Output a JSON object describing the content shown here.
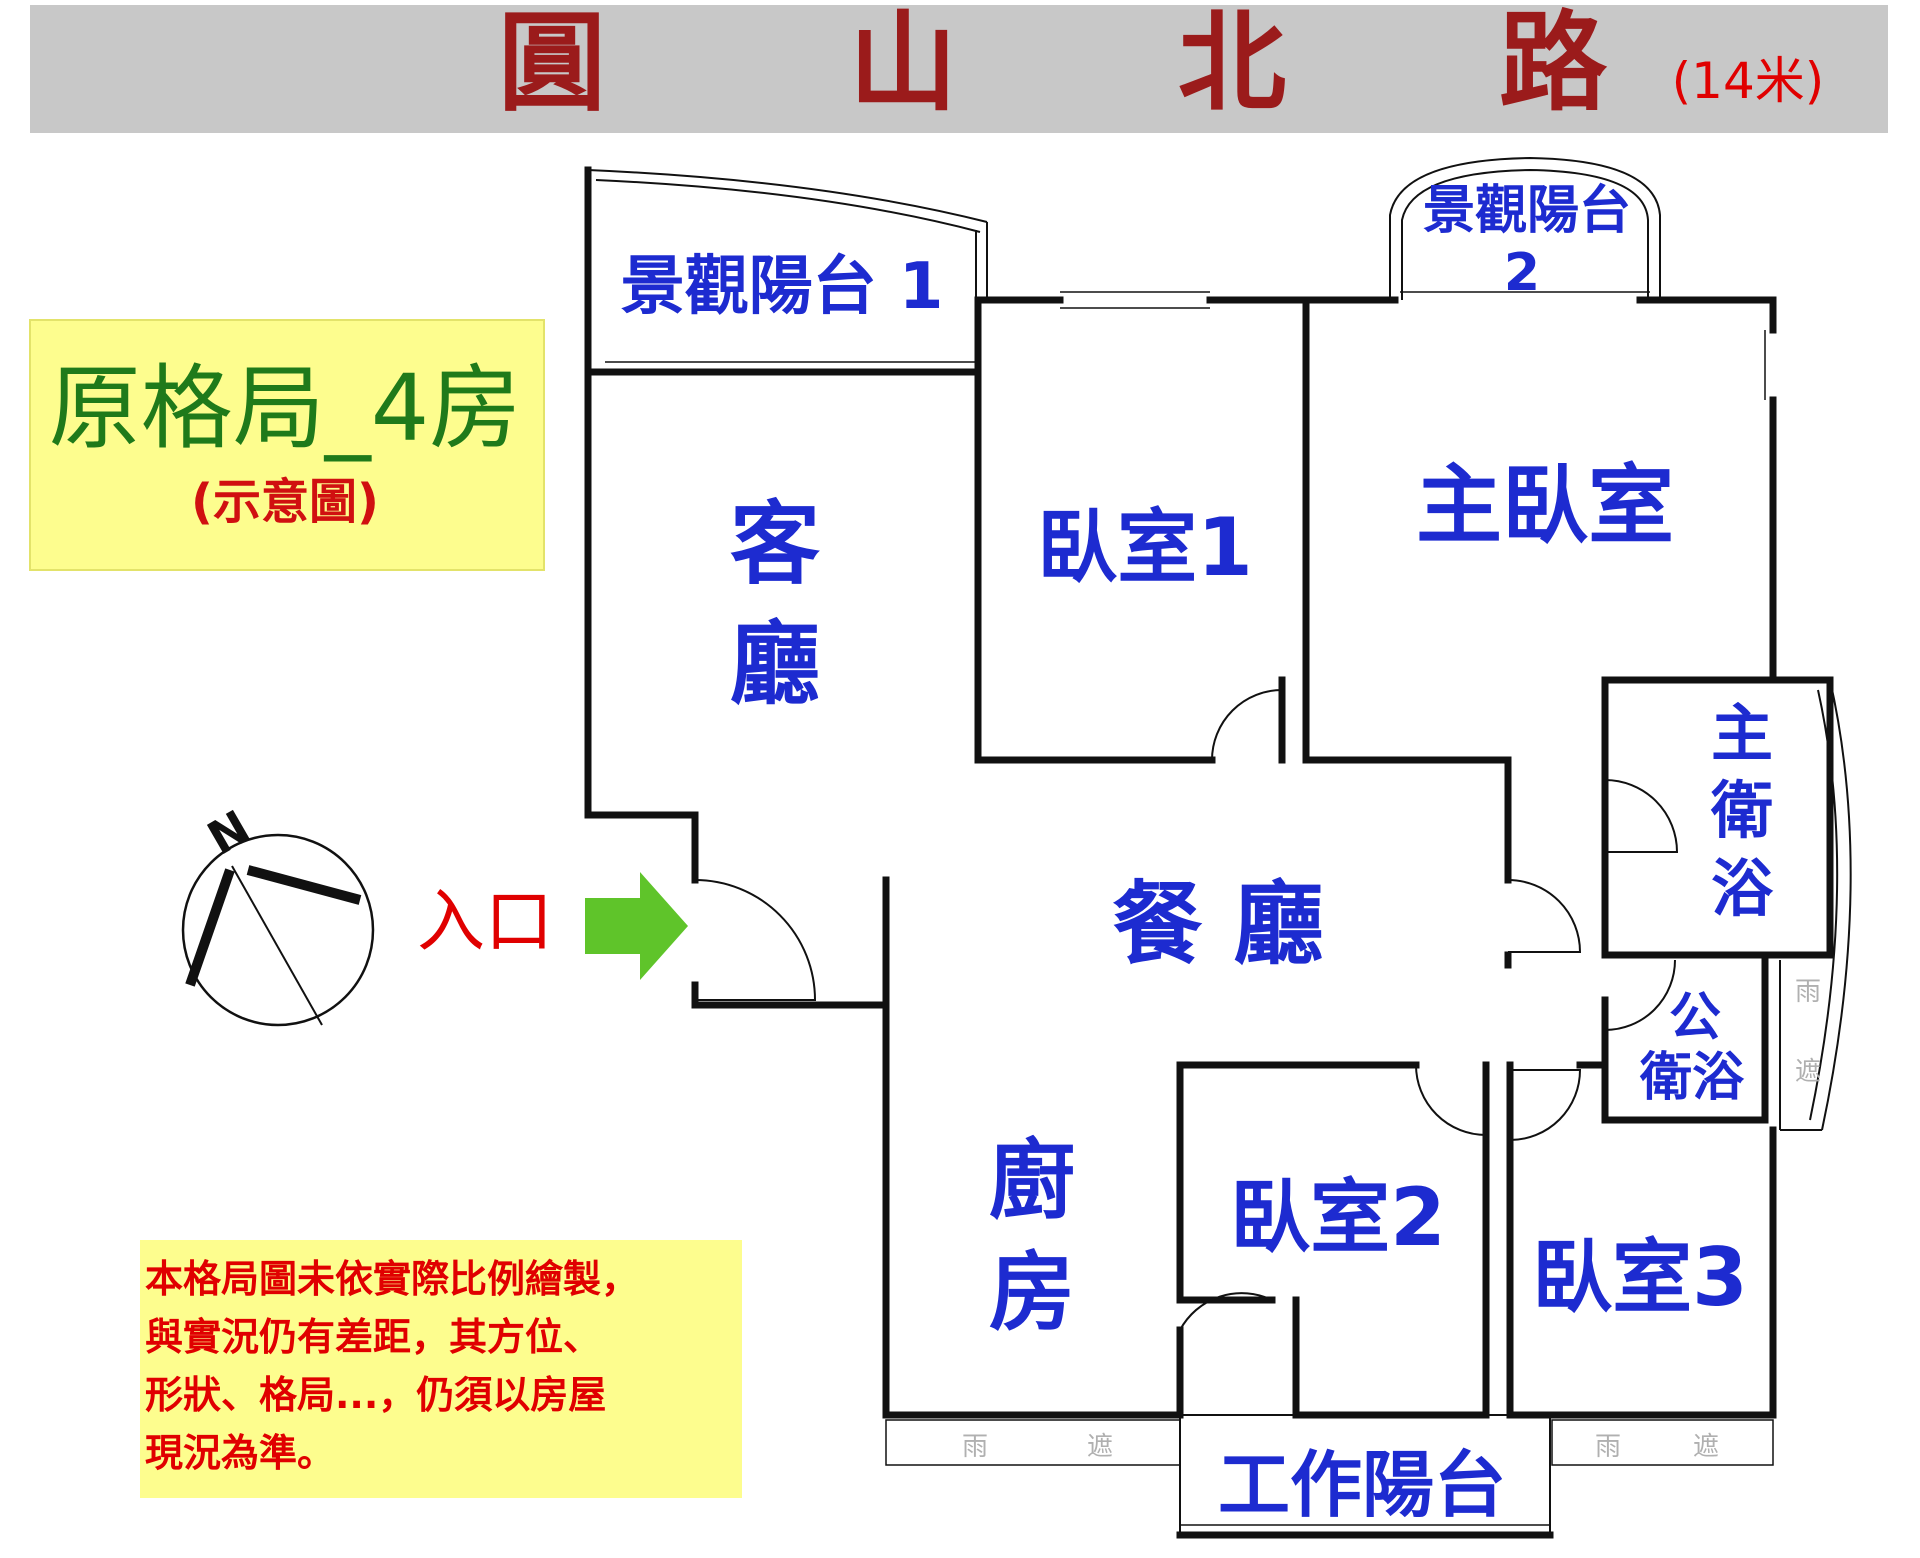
{
  "road": {
    "name_chars": [
      "圓",
      "山",
      "北",
      "路"
    ],
    "width": "(14米)"
  },
  "layout_box": {
    "title": "原格局_4房",
    "subtitle": "(示意圖)"
  },
  "rooms": {
    "balcony1": "景觀陽台 1",
    "balcony2_line1": "景觀陽台",
    "balcony2_line2": "2",
    "living_1": "客",
    "living_2": "廳",
    "bedroom1": "臥室1",
    "master": "主臥室",
    "master_bath_1": "主",
    "master_bath_2": "衛",
    "master_bath_3": "浴",
    "dining": "餐 廳",
    "public_bath_1": "公",
    "public_bath_2": "衛浴",
    "kitchen_1": "廚",
    "kitchen_2": "房",
    "bedroom2": "臥室2",
    "bedroom3": "臥室3",
    "work_balcony": "工作陽台",
    "rain_shelter_a": "雨",
    "rain_shelter_b": "遮"
  },
  "entrance": "入口",
  "compass": "N",
  "disclaimer": [
    "本格局圖未依實際比例繪製，",
    "與實況仍有差距，其方位、",
    "形狀、格局...，仍須以房屋",
    "現況為準。"
  ],
  "colors": {
    "road_bar": "#c8c8c8",
    "road_text": "#9b1b1b",
    "room_text": "#1d2bd0",
    "note_bg": "#fdfd8e",
    "arrow": "#5fc42a",
    "entrance_text": "#e00000",
    "title_green": "#1f7a1a"
  }
}
